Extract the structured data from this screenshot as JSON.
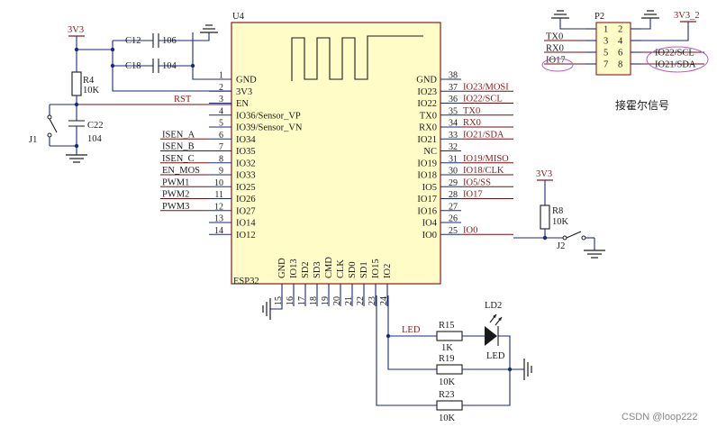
{
  "u4": {
    "ref": "U4",
    "name": "ESP32",
    "left_pins": [
      {
        "num": "1",
        "name": "GND",
        "net": ""
      },
      {
        "num": "2",
        "name": "3V3",
        "net": ""
      },
      {
        "num": "3",
        "name": "EN",
        "net": "RST"
      },
      {
        "num": "4",
        "name": "IO36/Sensor_VP",
        "net": ""
      },
      {
        "num": "5",
        "name": "IO39/Sensor_VN",
        "net": ""
      },
      {
        "num": "6",
        "name": "IO34",
        "net": "ISEN_A"
      },
      {
        "num": "7",
        "name": "IO35",
        "net": "ISEN_B"
      },
      {
        "num": "8",
        "name": "IO32",
        "net": "ISEN_C"
      },
      {
        "num": "9",
        "name": "IO33",
        "net": "EN_MOS"
      },
      {
        "num": "10",
        "name": "IO25",
        "net": "PWM1"
      },
      {
        "num": "11",
        "name": "IO26",
        "net": "PWM2"
      },
      {
        "num": "12",
        "name": "IO27",
        "net": "PWM3"
      },
      {
        "num": "13",
        "name": "IO14",
        "net": ""
      },
      {
        "num": "14",
        "name": "IO12",
        "net": ""
      }
    ],
    "right_pins": [
      {
        "num": "38",
        "name": "GND",
        "net": ""
      },
      {
        "num": "37",
        "name": "IO23",
        "net": "IO23/MOSI"
      },
      {
        "num": "36",
        "name": "IO22",
        "net": "IO22/SCL"
      },
      {
        "num": "35",
        "name": "TX0",
        "net": "TX0"
      },
      {
        "num": "34",
        "name": "RX0",
        "net": "RX0"
      },
      {
        "num": "33",
        "name": "IO21",
        "net": "IO21/SDA"
      },
      {
        "num": "32",
        "name": "NC",
        "net": ""
      },
      {
        "num": "31",
        "name": "IO19",
        "net": "IO19/MISO"
      },
      {
        "num": "30",
        "name": "IO18",
        "net": "IO18/CLK"
      },
      {
        "num": "29",
        "name": "IO5",
        "net": "IO5/SS"
      },
      {
        "num": "28",
        "name": "IO17",
        "net": "IO17"
      },
      {
        "num": "27",
        "name": "IO16",
        "net": ""
      },
      {
        "num": "26",
        "name": "IO4",
        "net": ""
      },
      {
        "num": "25",
        "name": "IO0",
        "net": "IO0"
      }
    ],
    "bottom_pins": [
      {
        "num": "15",
        "name": "GND"
      },
      {
        "num": "16",
        "name": "IO13"
      },
      {
        "num": "17",
        "name": "SD2"
      },
      {
        "num": "18",
        "name": "SD3"
      },
      {
        "num": "19",
        "name": "CMD"
      },
      {
        "num": "20",
        "name": "CLK"
      },
      {
        "num": "21",
        "name": "SD0"
      },
      {
        "num": "22",
        "name": "SD1"
      },
      {
        "num": "23",
        "name": "IO15"
      },
      {
        "num": "24",
        "name": "IO2"
      }
    ]
  },
  "power": {
    "vcc_left": "3V3",
    "vcc_right": "3V3",
    "vcc_p2": "3V3_2"
  },
  "caps": {
    "c12": {
      "ref": "C12",
      "value": "106"
    },
    "c18": {
      "ref": "C18",
      "value": "104"
    },
    "c22": {
      "ref": "C22",
      "value": "104"
    }
  },
  "res": {
    "r4": {
      "ref": "R4",
      "value": "10K"
    },
    "r8": {
      "ref": "R8",
      "value": "10K"
    },
    "r15": {
      "ref": "R15",
      "value": "1K"
    },
    "r19": {
      "ref": "R19",
      "value": "10K"
    },
    "r23": {
      "ref": "R23",
      "value": "10K"
    }
  },
  "switches": {
    "j1": "J1",
    "j2": "J2"
  },
  "led": {
    "ref": "LD2",
    "label": "LED",
    "net": "LED"
  },
  "p2": {
    "ref": "P2",
    "pin_numbers": [
      "1",
      "2",
      "3",
      "4",
      "5",
      "6",
      "7",
      "8"
    ],
    "left_nets": [
      "TX0",
      "RX0",
      "IO17"
    ],
    "right_nets": [
      "IO22/SCL",
      "IO21/SDA"
    ],
    "caption": "接霍尔信号"
  },
  "watermark": "CSDN @loop222"
}
